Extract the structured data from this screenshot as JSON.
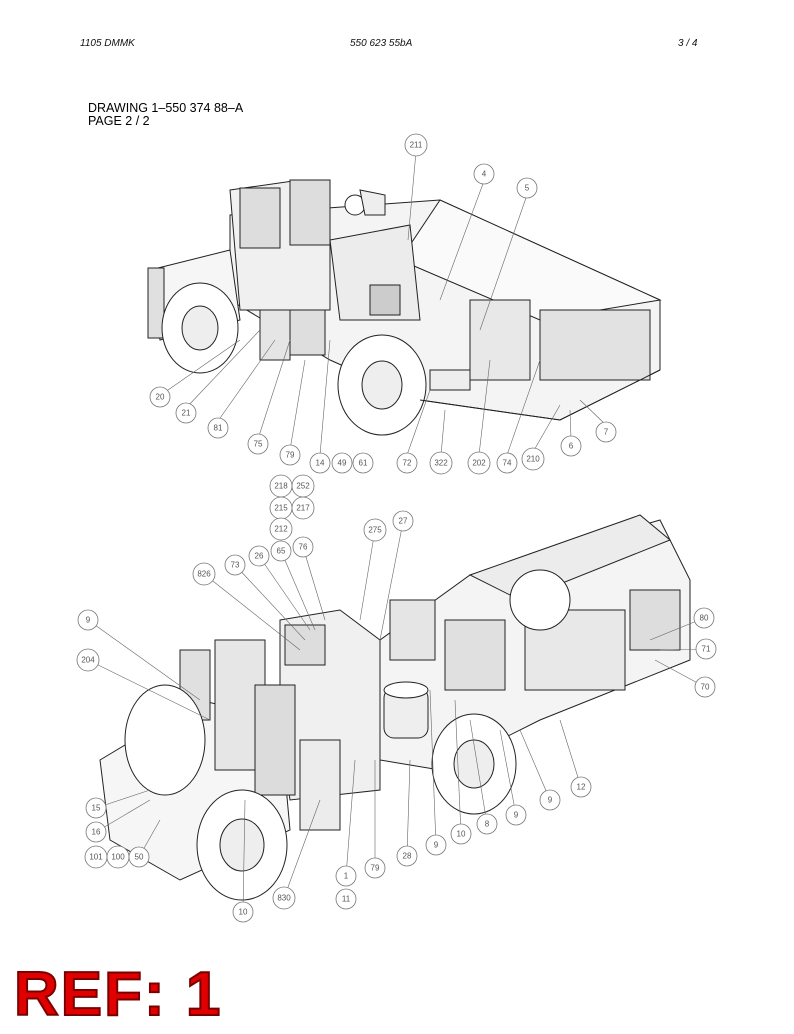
{
  "header": {
    "left": "1105 DMMK",
    "center": "550 623 55bA",
    "right": "3 /   4"
  },
  "drawing": {
    "title": "DRAWING 1–550 374 88–A",
    "page": "PAGE 2 / 2"
  },
  "callouts_top": [
    "211",
    "4",
    "5",
    "20",
    "21",
    "81",
    "75",
    "79",
    "14",
    "49",
    "61",
    "72",
    "322",
    "202",
    "74",
    "210",
    "6",
    "7"
  ],
  "callouts_bottom": [
    "218",
    "252",
    "215",
    "217",
    "212",
    "275",
    "27",
    "65",
    "76",
    "26",
    "73",
    "826",
    "9",
    "204",
    "80",
    "71",
    "70",
    "12",
    "9",
    "9",
    "28",
    "8",
    "10",
    "9",
    "79",
    "1",
    "11",
    "830",
    "10",
    "15",
    "16",
    "101",
    "100",
    "50"
  ],
  "stamp": "REF: 1"
}
